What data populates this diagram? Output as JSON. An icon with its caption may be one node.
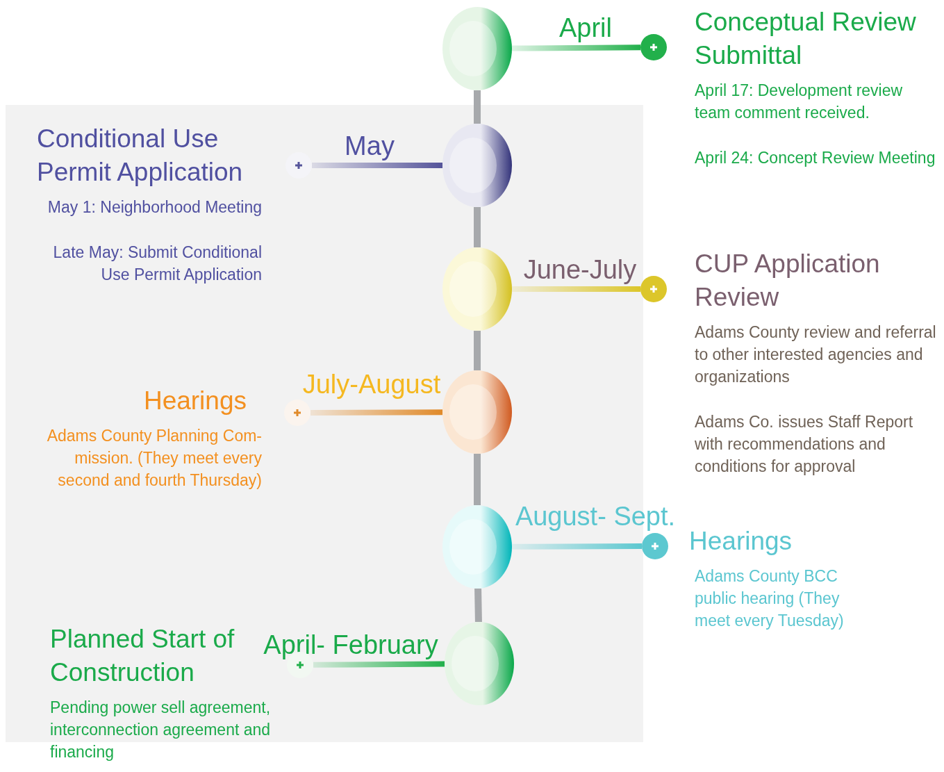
{
  "diagram": {
    "nodes": [
      {
        "text": [],
        "shape": "circle"
      },
      {
        "text": [],
        "shape": "circle"
      },
      {
        "text": [],
        "shape": "circle"
      },
      {
        "text": [],
        "shape": "circle"
      },
      {
        "text": [],
        "shape": "circle"
      },
      {
        "text": [],
        "shape": "circle"
      },
      {
        "text": [],
        "shape": "circle",
        "beside": [
          "Conceptual Review Submittal",
          "April 17: Development review team comment received.",
          "April 24: Concept Review Meeting"
        ]
      },
      {
        "text": [],
        "shape": "circle",
        "beside": [
          "Conditional Use Permit Application",
          "May 1: Neighborhood Meeting",
          "Late May: Submit Conditional Use Permit Application"
        ]
      },
      {
        "text": [],
        "shape": "circle",
        "beside": [
          "CUP Application Review",
          "Adams County review and referral to other interested agencies and organizations",
          "Adams Co. issues Staff Report with recommendations and conditions for approval"
        ]
      },
      {
        "text": [],
        "shape": "circle",
        "beside": [
          "Hearings",
          "Adams County Planning Com-mission. (They meet every second and fourth Thursday)"
        ]
      },
      {
        "text": [],
        "shape": "circle",
        "beside": [
          "Hearings",
          "Adams County BCC public hearing (They meet every Tuesday)"
        ]
      },
      {
        "text": [],
        "shape": "circle",
        "beside": [
          "Planned Start of Construction",
          "Pending power sell agreement, interconnection agreement and financing"
        ]
      }
    ],
    "edges": [
      {
        "from": 0,
        "to": 1,
        "arrow": "none"
      },
      {
        "from": 1,
        "to": 2,
        "arrow": "none"
      },
      {
        "from": 2,
        "to": 3,
        "arrow": "none"
      },
      {
        "from": 3,
        "to": 4,
        "arrow": "none"
      },
      {
        "from": 4,
        "to": 5,
        "arrow": "none"
      },
      {
        "from": 0,
        "to": 6,
        "arrow": "none",
        "label": "April",
        "color": "#22b04b"
      },
      {
        "from": 1,
        "to": 7,
        "arrow": "none",
        "label": "May",
        "color": "#55549a"
      },
      {
        "from": 2,
        "to": 8,
        "arrow": "none",
        "label": "June-July",
        "color": "#dcc62a"
      },
      {
        "from": 3,
        "to": 9,
        "arrow": "none",
        "label": "July-August",
        "color": "#e08a2a"
      },
      {
        "from": 4,
        "to": 10,
        "arrow": "none",
        "label": "August- Sept.",
        "color": "#5cc8d0"
      },
      {
        "from": 5,
        "to": 11,
        "arrow": "none",
        "label": "April- February",
        "color": "#22b04b"
      }
    ]
  }
}
